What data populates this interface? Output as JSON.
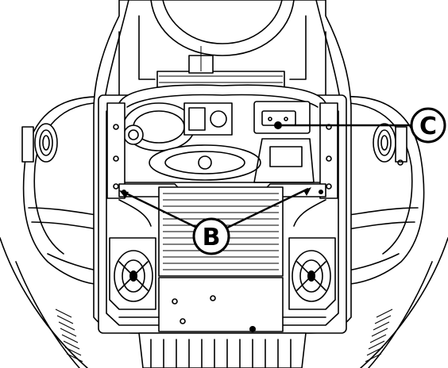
{
  "figure": {
    "callouts": [
      {
        "id": "B",
        "label": "B"
      },
      {
        "id": "C",
        "label": "C"
      }
    ]
  }
}
